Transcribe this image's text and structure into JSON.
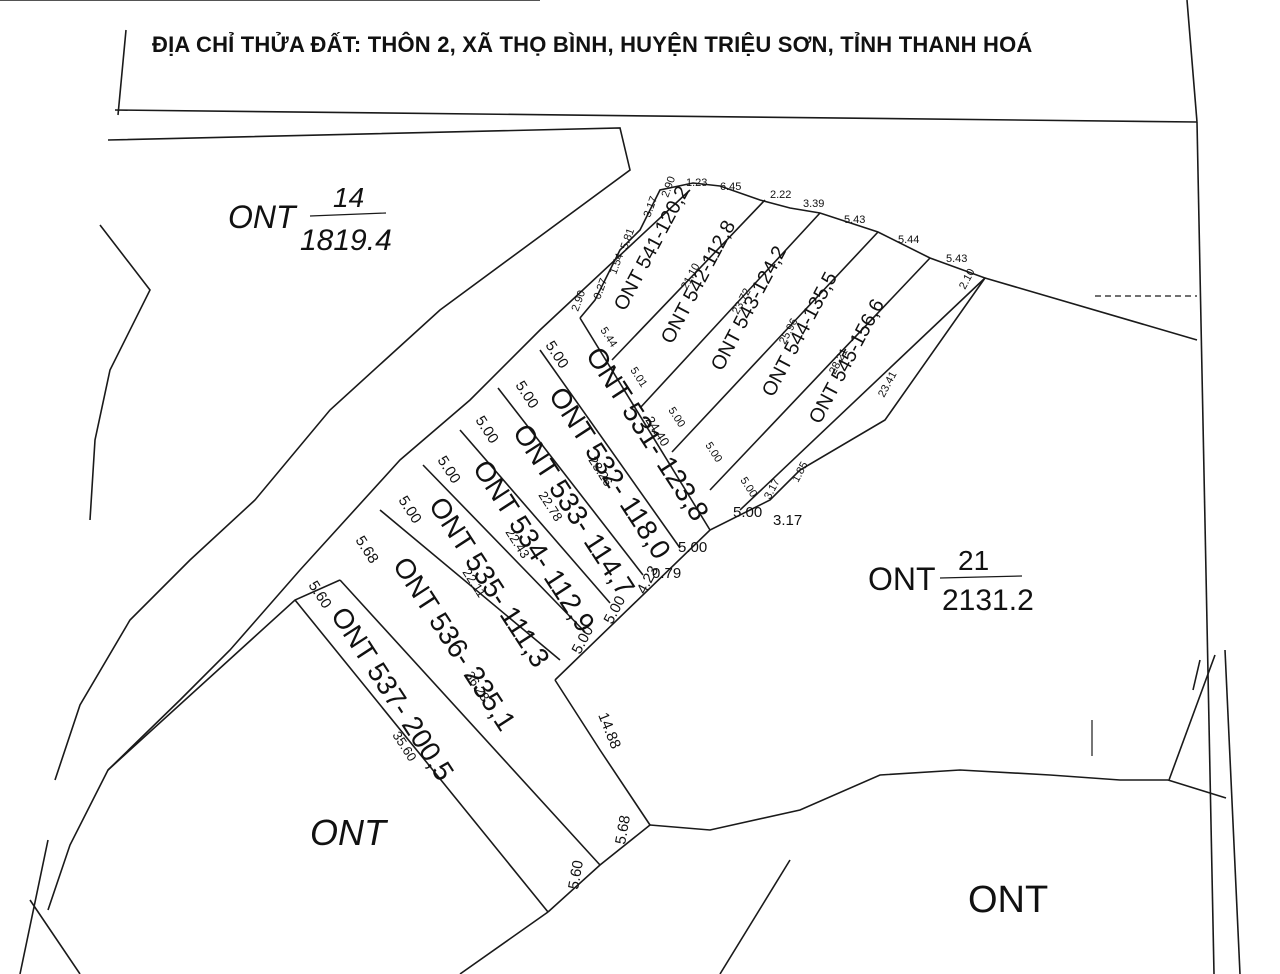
{
  "title": "ĐỊA CHỈ THỬA ĐẤT: THÔN 2, XÃ THỌ BÌNH, HUYỆN TRIỆU SƠN, TỈNH THANH HOÁ",
  "parcels": {
    "ont14": {
      "type": "ONT",
      "number": "14",
      "area": "1819.4"
    },
    "ont21": {
      "type": "ONT",
      "number": "21",
      "area": "2131.2"
    },
    "ont_bottom_left": {
      "type": "ONT"
    },
    "ont_bottom_right": {
      "type": "ONT"
    }
  },
  "lots": [
    {
      "label": "ONT 541-120,2"
    },
    {
      "label": "ONT 542-112,8"
    },
    {
      "label": "ONT 543-124,2"
    },
    {
      "label": "ONT 544-135,5"
    },
    {
      "label": "ONT 545-156,6"
    },
    {
      "label": "ONT 531- 123,8"
    },
    {
      "label": "ONT 532- 118,0"
    },
    {
      "label": "ONT 533- 114,7"
    },
    {
      "label": "ONT 534- 112,9"
    },
    {
      "label": "ONT 535- 111,3"
    },
    {
      "label": "ONT 536- 235,1"
    },
    {
      "label": "ONT 537- 200,5"
    }
  ],
  "dimensions": {
    "top_edge": [
      "1.23",
      "6.45",
      "2.22",
      "3.39",
      "5.43",
      "5.44",
      "5.43",
      "2.10"
    ],
    "top_left_edge": [
      "2.90",
      "3.17",
      "5.81",
      "1.54",
      "0.27",
      "2.90"
    ],
    "upper_widths": [
      "5.44",
      "5.01",
      "5.00",
      "5.00",
      "5.00"
    ],
    "upper_depths": [
      "21.10",
      "23.72",
      "25.96",
      "28.21",
      "23.41"
    ],
    "upper_bottom": [
      "3.17",
      "1.85"
    ],
    "left_widths": [
      "5.00",
      "5.00",
      "5.00",
      "5.00",
      "5.00",
      "5.68",
      "5.60"
    ],
    "lower_depths": [
      "24.40",
      "23.26",
      "22.78",
      "22.43",
      "22.11",
      "36.23",
      "35.60"
    ],
    "lower_right_widths": [
      "5.00",
      "5.00",
      "5.00",
      "5.00",
      "4.23"
    ],
    "misc": [
      "5.00",
      "3.17",
      "0.79",
      "14.88",
      "5.68",
      "5.60"
    ]
  }
}
